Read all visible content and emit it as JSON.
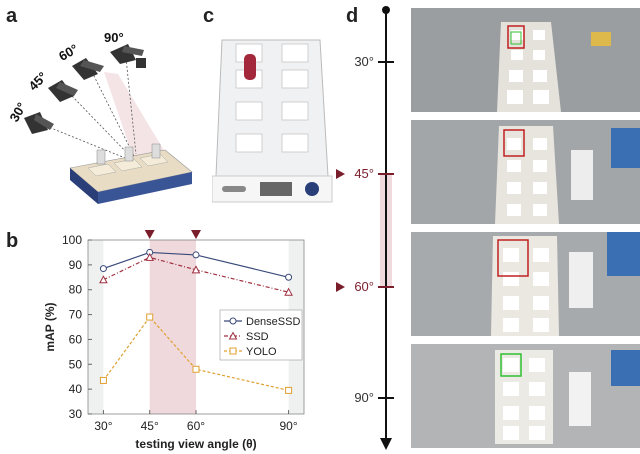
{
  "panel_labels": {
    "a": "a",
    "b": "b",
    "c": "c",
    "d": "d"
  },
  "panel_a": {
    "angle_labels": [
      "30°",
      "45°",
      "60°",
      "90°"
    ]
  },
  "colors": {
    "dense": "#3a4a7a",
    "ssd": "#a03040",
    "yolo": "#e0a030",
    "maroon": "#7a1e2c",
    "highlight": "#efd9dc",
    "shade": "#eef1ef"
  },
  "chart_data": {
    "type": "line",
    "categories": [
      "30°",
      "45°",
      "60°",
      "90°"
    ],
    "x": [
      30,
      45,
      60,
      90
    ],
    "series": [
      {
        "name": "DenseSSD",
        "values": [
          88.5,
          95,
          94,
          85
        ],
        "color": "#3a4a7a",
        "marker": "circle"
      },
      {
        "name": "SSD",
        "values": [
          84,
          93,
          88,
          79
        ],
        "color": "#a03040",
        "marker": "triangle"
      },
      {
        "name": "YOLO",
        "values": [
          43.5,
          69,
          48,
          39.5
        ],
        "color": "#e0a030",
        "marker": "square"
      }
    ],
    "xlabel": "testing view angle (θ)",
    "ylabel": "mAP (%)",
    "ylim": [
      30,
      100
    ],
    "yticks": [
      30,
      40,
      50,
      60,
      70,
      80,
      90,
      100
    ],
    "xlim": [
      25,
      95
    ],
    "highlight_range": [
      45,
      60
    ],
    "arrow_markers_at": [
      45,
      60
    ],
    "legend_position": "center-right",
    "grid": false
  },
  "panel_d": {
    "axis_labels": [
      "30°",
      "45°",
      "60°",
      "90°"
    ]
  }
}
